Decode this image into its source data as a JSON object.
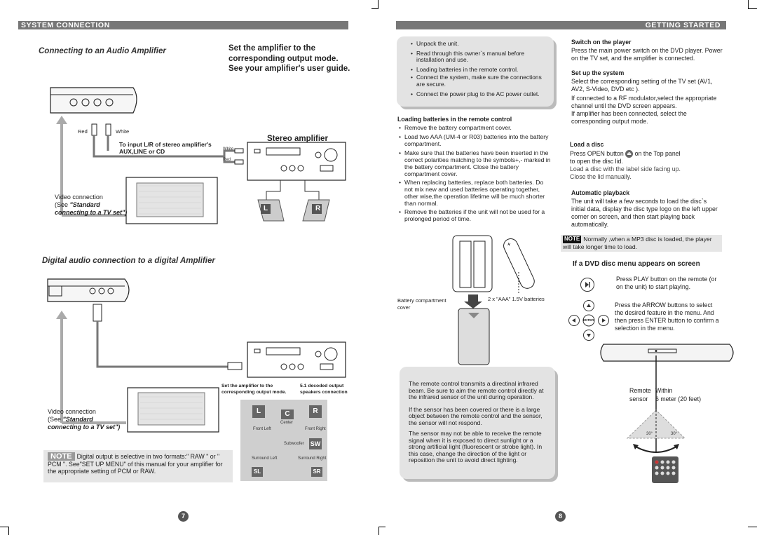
{
  "left": {
    "banner": "SYSTEM CONNECTION",
    "audio_heading": "Connecting to an Audio Amplifier",
    "set_amp_note": "Set the amplifier to the corresponding output mode. See your amplifier's user guide.",
    "red": "Red",
    "white": "White",
    "to_input": "To input L/R of stereo amplifier's AUX,LINE or CD",
    "stereo_amp": "Stereo amplifier",
    "white_small": "White",
    "red_small": "Red",
    "speaker_l": "L",
    "speaker_r": "R",
    "video1_line1": "Video connection",
    "video1_line2": "(See ",
    "video1_em": "\"Standard connecting to a TV set\")",
    "digital_heading": "Digital audio connection to a digital Amplifier",
    "set_amp_small": "Set the amplifier to the corresponding output mode.",
    "decoded": "5.1 decoded output speakers connection",
    "video2_line1": "Video connection",
    "video2_line2": "(See ",
    "video2_em": "\"Standard connecting to a TV set\")",
    "spk_front_left": "Front Left",
    "spk_center": "Center",
    "spk_front_right": "Front Right",
    "spk_subwoofer": "Subwoofer",
    "spk_surround_left": "Surround Left",
    "spk_surround_right": "Surround Right",
    "spk_L": "L",
    "spk_C": "C",
    "spk_R": "R",
    "spk_SW": "SW",
    "spk_SL": "SL",
    "spk_SR": "SR",
    "note_label": "NOTE",
    "note_text": "Digital output is selective in two formats:\" RAW \" or \" PCM \". See\"SET UP MENU\" of this manual for your amplifier for the appropriate setting of PCM or RAW.",
    "page_number": "7"
  },
  "right": {
    "banner": "GETTING STARTED",
    "box_bullets": [
      "Unpack the unit.",
      "Read through this owner`s manual before installation and use.",
      "Loading batteries in the remote control.",
      "Connect the system, make sure the connections are secure.",
      "Connect the power plug to the AC power outlet."
    ],
    "loading_heading": "Loading batteries in the remote control",
    "loading_bullets": [
      "Remove the battery compartment cover.",
      "Load two AAA (UM-4 or R03) batteries into the battery compartment.",
      "Make sure that the batteries have been inserted in the correct polarities matching to the symbols+,- marked in the battery compartment. Close the battery compartment cover.",
      "When replacing batteries, replace both batteries. Do not mix new and used batteries operating together, other wise,the operation lifetime will be much shorter than normal.",
      "Remove the batteries if the unit will not be used for a prolonged period of time."
    ],
    "battery_cover_label": "Battery compartment cover",
    "batteries_label": "2 x \"AAA\" 1.5V batteries",
    "remote_para1": "The remote control transmits a directinal infrared beam. Be sure to aim the remote control directly at the infrared sensor of the unit during operation.",
    "remote_para2": "If the sensor has been covered or there is a large object between the remote control and the sensor, the sensor will not respond.",
    "remote_para3": "The sensor may not be able to receive the remote signal when it is exposed to direct sunlight or a strong artificial light (fluorescent or strobe light). In this case, change the direction of the light or reposition the unit to avoid direct lighting.",
    "switch_heading": "Switch on the player",
    "switch_text": "Press the main power switch on the DVD player. Power on the TV set, and the amplifier is connected.",
    "setup_heading": "Set up the system",
    "setup_text1": "Select the corresponding setting of the TV set (AV1, AV2, S-Video, DVD etc ).",
    "setup_text2": "If connected to a RF modulator,select the appropriate channel until the DVD screen appears.",
    "setup_text3": "If amplifier has been connected, select the corresponding output mode.",
    "load_heading": "Load a disc",
    "load_text1": "Press OPEN button",
    "load_text1b": "on the Top panel",
    "load_text2": "to open the disc lid.",
    "load_text3": "Load a disc with the label side facing up.",
    "load_text4": "Close the lid manually.",
    "auto_heading": "Automatic playback",
    "auto_text": "The unit will take a few seconds to load the disc`s initial data, display the disc type logo on the left upper corner on screen, and then start playing back automatically.",
    "note_label": "NOTE",
    "note_text": "Normally ,when a MP3 disc is loaded, the player will take longer time to load.",
    "dvd_menu_heading": "If a DVD disc menu appears on screen",
    "play_text": "Press PLAY button on the remote (or on the unit) to start playing.",
    "arrow_text": "Press the ARROW buttons to select the desired feature in the menu. And then press ENTER button to confirm a selection in the menu.",
    "enter_label": "ENTER",
    "remote_sensor_label": "Remote\nsensor",
    "within_label": "Within\n6 meter (20 feet)",
    "angle_left": "30°",
    "angle_right": "30°",
    "page_number": "8"
  }
}
